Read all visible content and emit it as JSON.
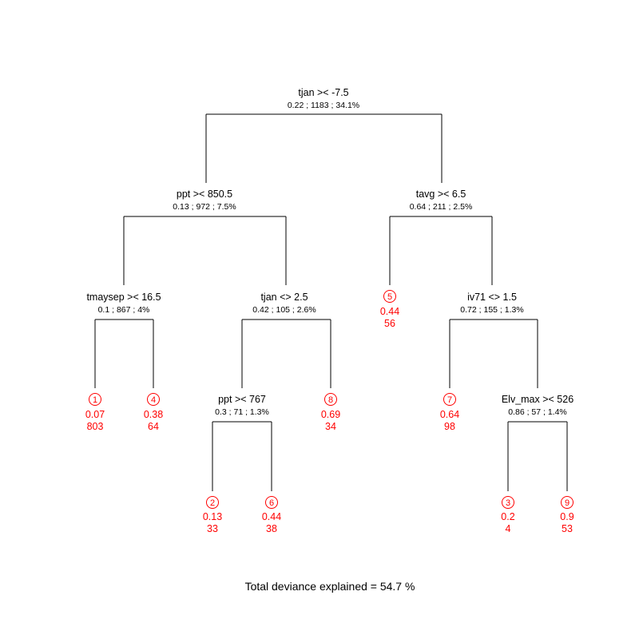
{
  "colors": {
    "line": "#000000",
    "leaf": "#ff0000"
  },
  "nodes": {
    "root": {
      "split": "tjan >< -7.5",
      "stats": "0.22 ; 1183 ; 34.1%"
    },
    "n_ppt850": {
      "split": "ppt >< 850.5",
      "stats": "0.13 ; 972 ; 7.5%"
    },
    "n_tavg": {
      "split": "tavg >< 6.5",
      "stats": "0.64 ; 211 ; 2.5%"
    },
    "n_tmaysep": {
      "split": "tmaysep >< 16.5",
      "stats": "0.1 ; 867 ; 4%"
    },
    "n_tjan25": {
      "split": "tjan <> 2.5",
      "stats": "0.42 ; 105 ; 2.6%"
    },
    "n_iv71": {
      "split": "iv71 <> 1.5",
      "stats": "0.72 ; 155 ; 1.3%"
    },
    "n_ppt767": {
      "split": "ppt >< 767",
      "stats": "0.3 ; 71 ; 1.3%"
    },
    "n_elv": {
      "split": "Elv_max >< 526",
      "stats": "0.86 ; 57 ; 1.4%"
    }
  },
  "leaves": {
    "l1": {
      "id": "1",
      "mean": "0.07",
      "n": "803"
    },
    "l4": {
      "id": "4",
      "mean": "0.38",
      "n": "64"
    },
    "l2": {
      "id": "2",
      "mean": "0.13",
      "n": "33"
    },
    "l6": {
      "id": "6",
      "mean": "0.44",
      "n": "38"
    },
    "l8": {
      "id": "8",
      "mean": "0.69",
      "n": "34"
    },
    "l5": {
      "id": "5",
      "mean": "0.44",
      "n": "56"
    },
    "l7": {
      "id": "7",
      "mean": "0.64",
      "n": "98"
    },
    "l3": {
      "id": "3",
      "mean": "0.2",
      "n": "4"
    },
    "l9": {
      "id": "9",
      "mean": "0.9",
      "n": "53"
    }
  },
  "footer": "Total deviance explained = 54.7 %"
}
